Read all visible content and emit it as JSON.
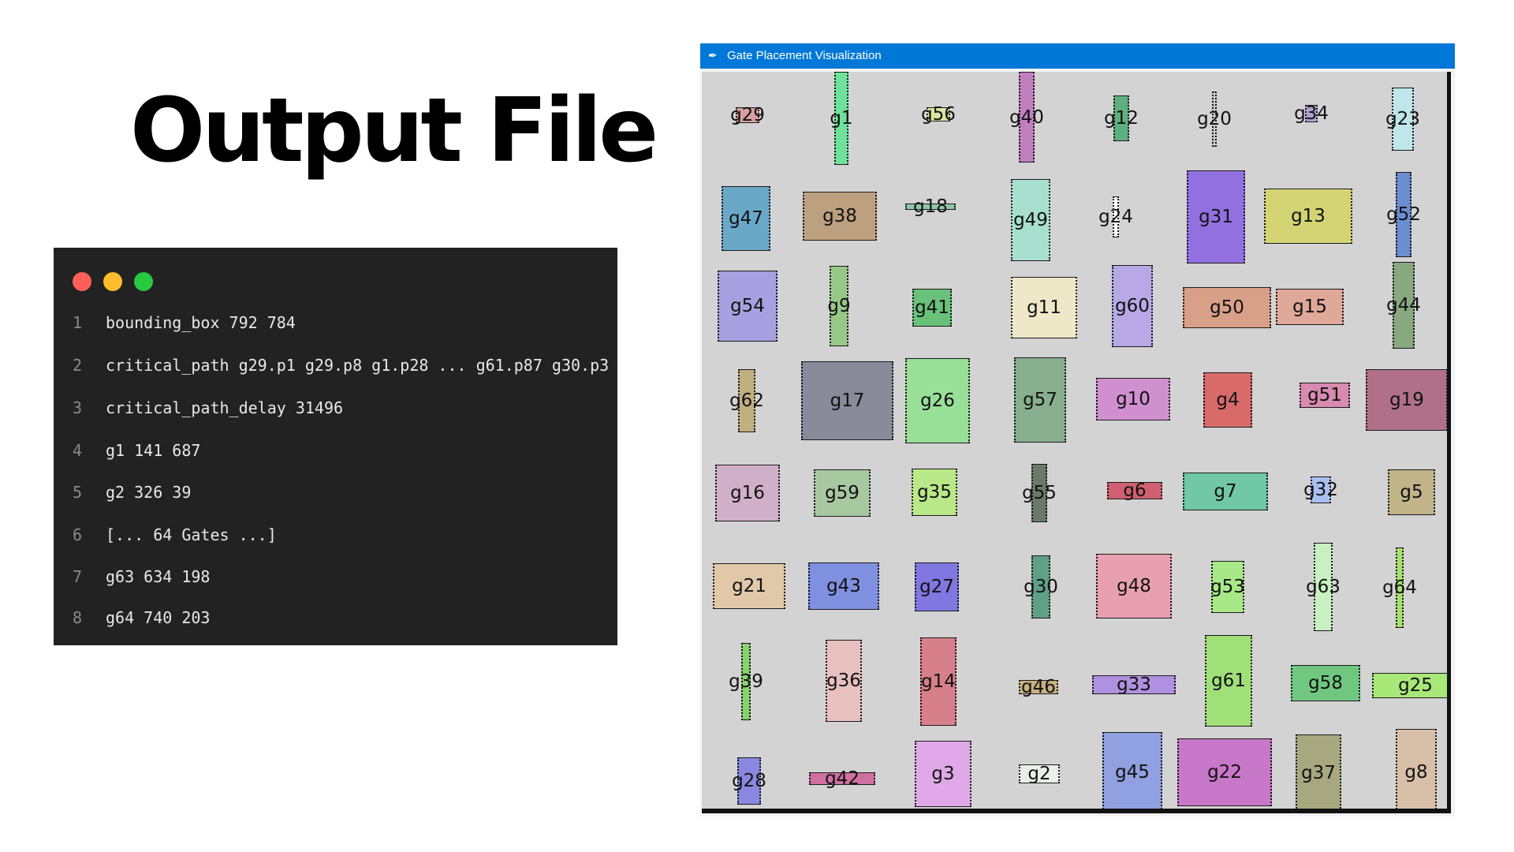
{
  "slide": {
    "title": "Output File"
  },
  "code": {
    "lines": [
      {
        "num": "1",
        "text": "bounding_box 792 784"
      },
      {
        "num": "2",
        "text": "critical_path g29.p1 g29.p8 g1.p28 ... g61.p87 g30.p3"
      },
      {
        "num": "3",
        "text": "critical_path_delay 31496"
      },
      {
        "num": "4",
        "text": "g1 141 687"
      },
      {
        "num": "5",
        "text": "g2 326 39"
      },
      {
        "num": "6",
        "text": "[... 64 Gates ...]"
      },
      {
        "num": "7",
        "text": "g63 634 198"
      },
      {
        "num": "8",
        "text": "g64 740 203"
      }
    ]
  },
  "window": {
    "title": "Gate Placement Visualization",
    "icon": "feather-icon"
  },
  "gates": [
    {
      "name": "g29",
      "color": "#d9a0a0"
    },
    {
      "name": "g1",
      "color": "#6ee29a"
    },
    {
      "name": "g56",
      "color": "#dce6a0"
    },
    {
      "name": "g40",
      "color": "#c080c0"
    },
    {
      "name": "g12",
      "color": "#5fb080"
    },
    {
      "name": "g20",
      "color": "#c8c8c8"
    },
    {
      "name": "g34",
      "color": "#b0a0d0"
    },
    {
      "name": "g23",
      "color": "#bfe6ea"
    },
    {
      "name": "g47",
      "color": "#6aa8c8"
    },
    {
      "name": "g38",
      "color": "#bca080"
    },
    {
      "name": "g18",
      "color": "#8ec8a8"
    },
    {
      "name": "g49",
      "color": "#a8e0d0"
    },
    {
      "name": "g24",
      "color": "#ffffff"
    },
    {
      "name": "g31",
      "color": "#9370e0"
    },
    {
      "name": "g13",
      "color": "#d4d474"
    },
    {
      "name": "g52",
      "color": "#6a8ed0"
    },
    {
      "name": "g54",
      "color": "#a8a0e0"
    },
    {
      "name": "g9",
      "color": "#98c888"
    },
    {
      "name": "g41",
      "color": "#6ac27a"
    },
    {
      "name": "g11",
      "color": "#efe8c8"
    },
    {
      "name": "g60",
      "color": "#b8a8e6"
    },
    {
      "name": "g50",
      "color": "#d8a088"
    },
    {
      "name": "g15",
      "color": "#e0a898"
    },
    {
      "name": "g44",
      "color": "#88a880"
    },
    {
      "name": "g62",
      "color": "#c0b080"
    },
    {
      "name": "g17",
      "color": "#8a8a9a"
    },
    {
      "name": "g26",
      "color": "#98e098"
    },
    {
      "name": "g57",
      "color": "#88b090"
    },
    {
      "name": "g10",
      "color": "#d090d0"
    },
    {
      "name": "g4",
      "color": "#d86a6a"
    },
    {
      "name": "g51",
      "color": "#d88ab0"
    },
    {
      "name": "g19",
      "color": "#b0708a"
    },
    {
      "name": "g16",
      "color": "#d0b0c8"
    },
    {
      "name": "g59",
      "color": "#a8c8a0"
    },
    {
      "name": "g35",
      "color": "#b8e888"
    },
    {
      "name": "g55",
      "color": "#6a7a6a"
    },
    {
      "name": "g6",
      "color": "#d06070"
    },
    {
      "name": "g7",
      "color": "#70c8a8"
    },
    {
      "name": "g32",
      "color": "#a8c0f0"
    },
    {
      "name": "g5",
      "color": "#c0b488"
    },
    {
      "name": "g21",
      "color": "#e0c8a8"
    },
    {
      "name": "g43",
      "color": "#8090e0"
    },
    {
      "name": "g27",
      "color": "#8078e0"
    },
    {
      "name": "g30",
      "color": "#60a088"
    },
    {
      "name": "g48",
      "color": "#e8a0b0"
    },
    {
      "name": "g53",
      "color": "#a8e888"
    },
    {
      "name": "g63",
      "color": "#c8f0c0"
    },
    {
      "name": "g64",
      "color": "#a8e070"
    },
    {
      "name": "g39",
      "color": "#88d070"
    },
    {
      "name": "g36",
      "color": "#e8c0c0"
    },
    {
      "name": "g14",
      "color": "#d8808a"
    },
    {
      "name": "g46",
      "color": "#c8b080"
    },
    {
      "name": "g33",
      "color": "#b090e0"
    },
    {
      "name": "g61",
      "color": "#a0e078"
    },
    {
      "name": "g58",
      "color": "#70c880"
    },
    {
      "name": "g25",
      "color": "#a8e878"
    },
    {
      "name": "g28",
      "color": "#8888e0"
    },
    {
      "name": "g42",
      "color": "#d070a0"
    },
    {
      "name": "g3",
      "color": "#e0a8e8"
    },
    {
      "name": "g2",
      "color": "#e8f0e8"
    },
    {
      "name": "g45",
      "color": "#90a0e0"
    },
    {
      "name": "g22",
      "color": "#c878c8"
    },
    {
      "name": "g37",
      "color": "#a8a880"
    },
    {
      "name": "g8",
      "color": "#d8c0a8"
    }
  ]
}
